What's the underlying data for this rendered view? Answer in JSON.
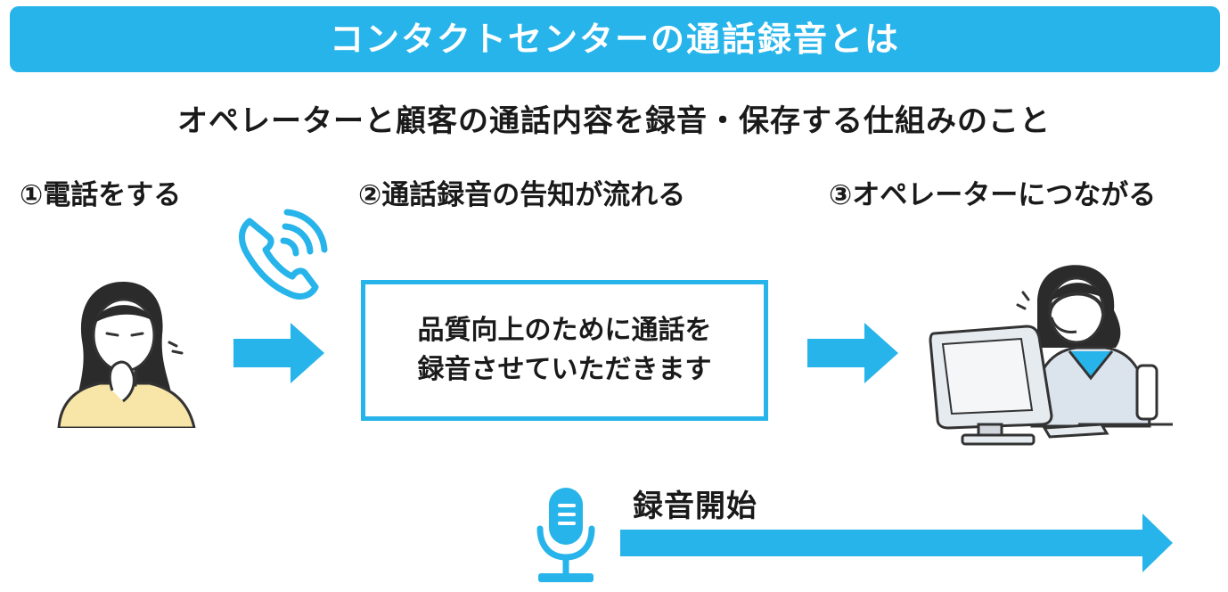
{
  "title": "コンタクトセンターの通話録音とは",
  "subtitle": "オペレーターと顧客の通話内容を録音・保存する仕組みのこと",
  "steps": [
    {
      "label": "①電話をする"
    },
    {
      "label": "②通話録音の告知が流れる"
    },
    {
      "label": "③オペレーターにつながる"
    }
  ],
  "announcement": {
    "line1": "品質向上のために通話を",
    "line2": "録音させていただきます"
  },
  "recording": {
    "label": "録音開始"
  },
  "colors": {
    "accent": "#27b4ea",
    "shirt": "#f8e6a8",
    "hair": "#2b2b2b",
    "operator_top": "#dbe3ec"
  },
  "icons": [
    "phone-ringing-icon",
    "microphone-icon",
    "arrow-right-icon"
  ]
}
